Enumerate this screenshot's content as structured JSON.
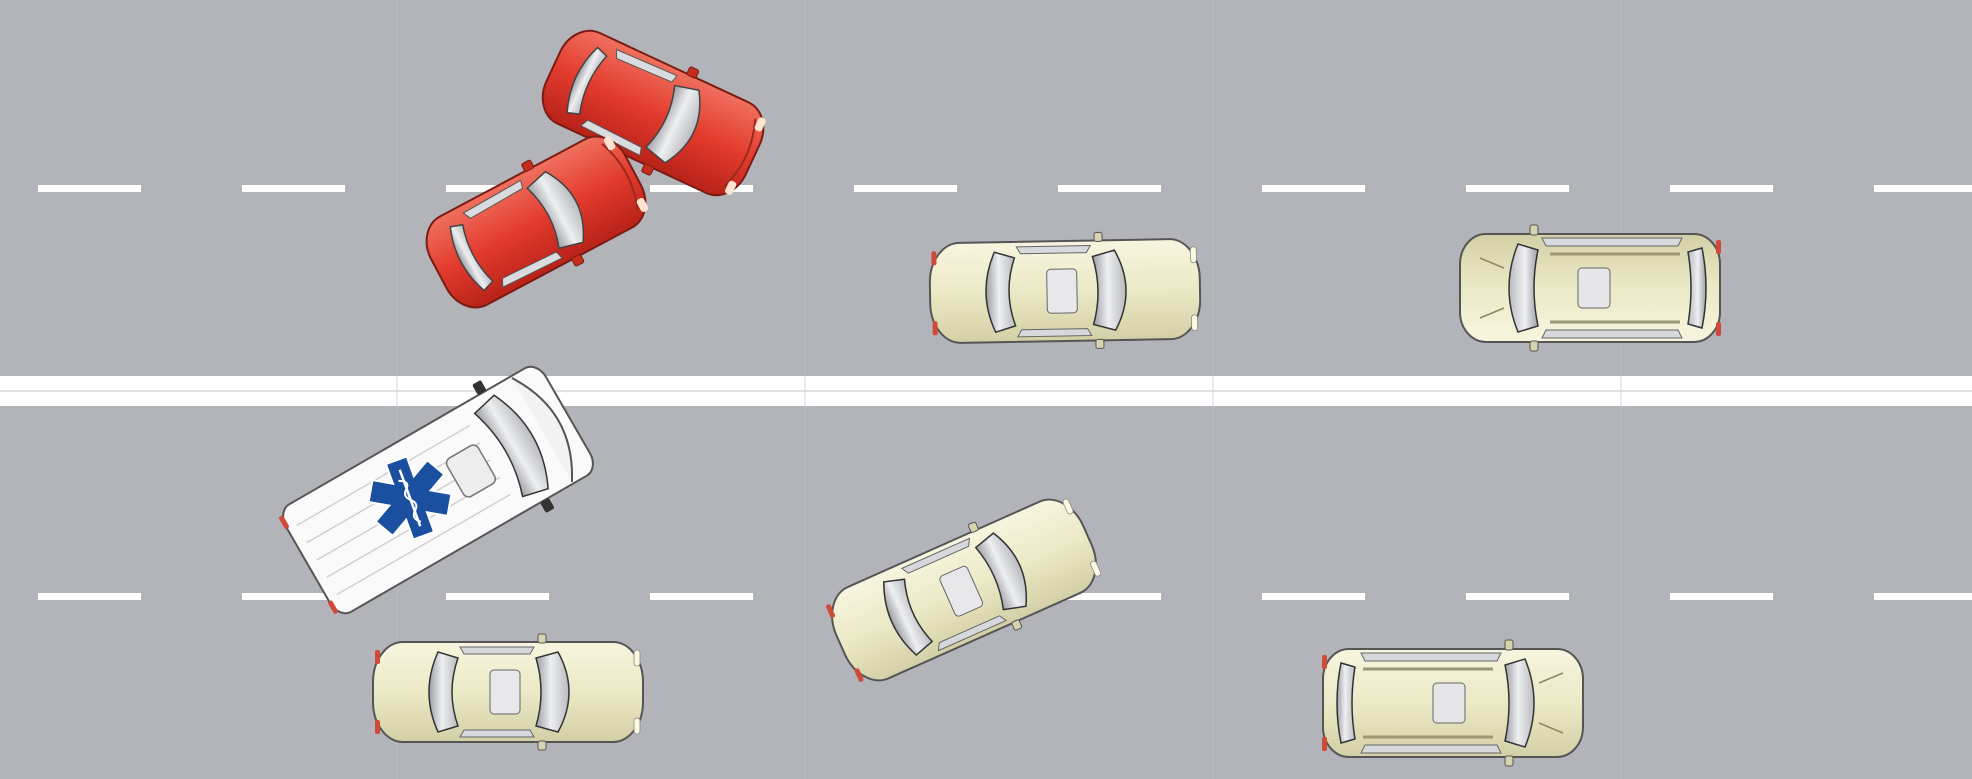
{
  "scene": {
    "road_color": "#b2b4b9",
    "lane_marking_color": "#ffffff",
    "median_line_color": "#d6d7dc",
    "cars": {
      "red": {
        "body": "#e23b2e",
        "body_dark": "#b82218",
        "body_light": "#f0705e"
      },
      "beige": {
        "body": "#ece9c6",
        "body_dark": "#c9c59a",
        "body_light": "#f7f5df"
      },
      "glass": "#e4e5e8",
      "glass_dark": "#a8aaae",
      "outline": "#4a4a4a"
    },
    "ambulance": {
      "body": "#fafafa",
      "stripe": "#e8e8e8",
      "emblem": "#1b4fa0",
      "emblem_icon": "star-of-life-icon"
    },
    "vehicles": [
      {
        "id": "red-car-a",
        "kind": "hatchback",
        "color": "red",
        "note": ""
      },
      {
        "id": "red-car-b",
        "kind": "hatchback",
        "color": "red",
        "note": ""
      },
      {
        "id": "beige-sedan-1",
        "kind": "sedan",
        "color": "beige",
        "note": ""
      },
      {
        "id": "beige-suv-1",
        "kind": "suv",
        "color": "beige",
        "note": ""
      },
      {
        "id": "ambulance",
        "kind": "van",
        "color": "white",
        "note": ""
      },
      {
        "id": "beige-sedan-2",
        "kind": "sedan",
        "color": "beige",
        "note": ""
      },
      {
        "id": "beige-sedan-3",
        "kind": "sedan",
        "color": "beige",
        "note": ""
      },
      {
        "id": "beige-suv-2",
        "kind": "suv",
        "color": "beige",
        "note": ""
      }
    ]
  }
}
